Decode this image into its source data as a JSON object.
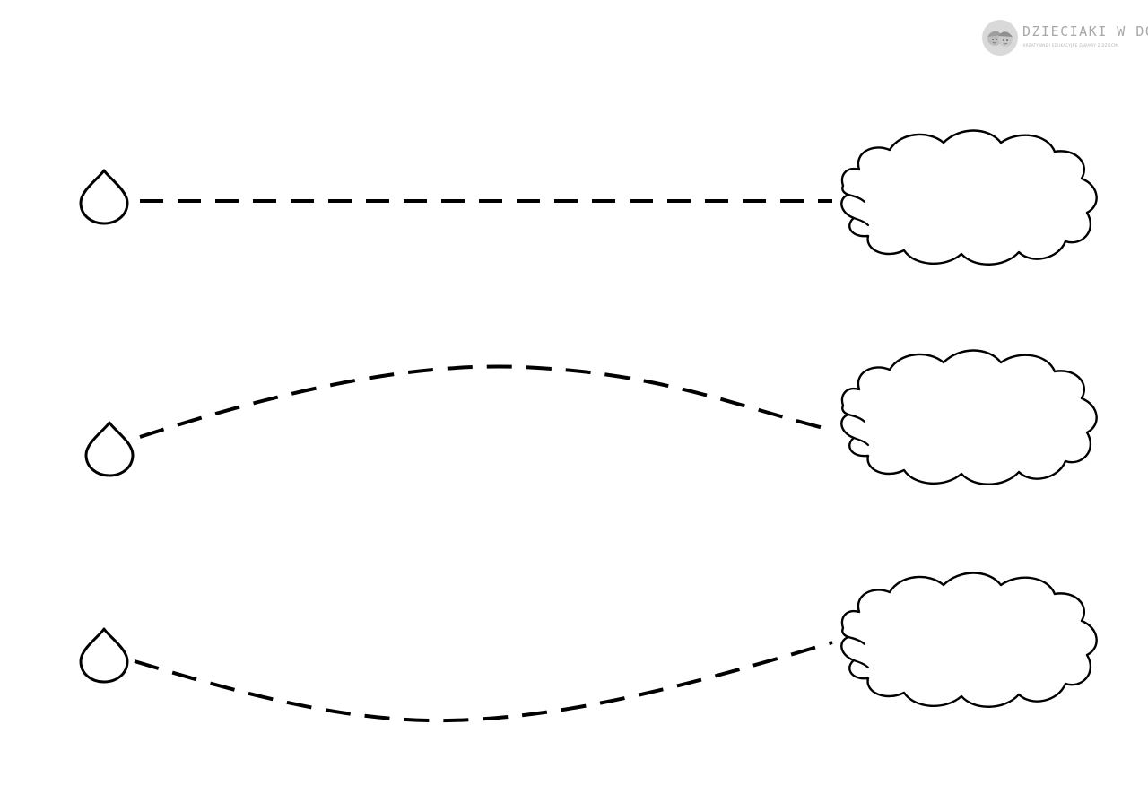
{
  "logo": {
    "title": "DZIECIAKI W DOMU",
    "tagline": "KREATYWNE I EDUKACYJNE ZABAWY Z DZIEĆMI"
  },
  "colors": {
    "ink": "#000000",
    "paper": "#ffffff",
    "logo_gray": "#a8a8a8"
  },
  "exercise": {
    "rows": [
      {
        "path_shape": "straight",
        "start_icon": "raindrop-icon",
        "end_icon": "cloud-icon"
      },
      {
        "path_shape": "arch-up",
        "start_icon": "raindrop-icon",
        "end_icon": "cloud-icon"
      },
      {
        "path_shape": "arch-down",
        "start_icon": "raindrop-icon",
        "end_icon": "cloud-icon"
      }
    ]
  }
}
